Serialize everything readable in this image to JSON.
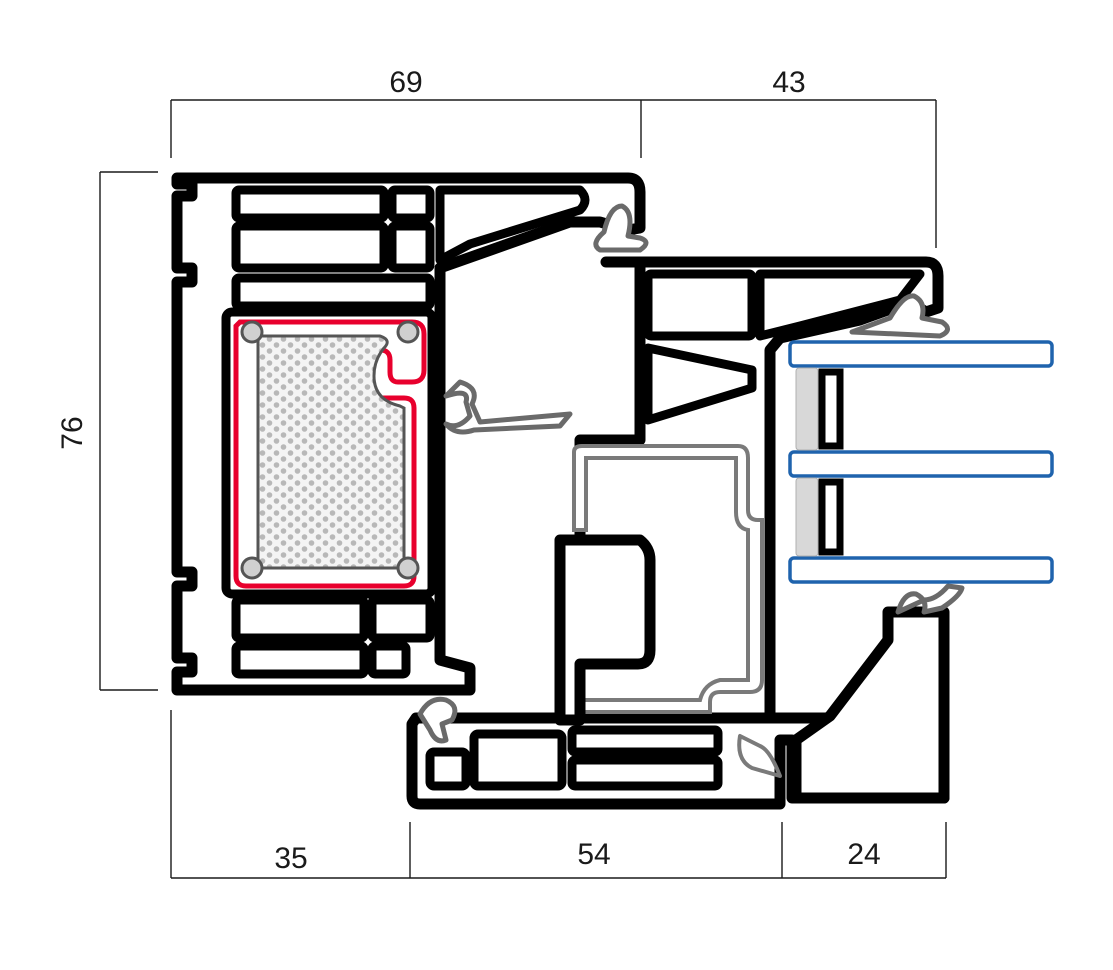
{
  "dimensions": {
    "top_left": "69",
    "top_right": "43",
    "left_height": "76",
    "bottom_left": "35",
    "bottom_middle": "54",
    "bottom_right": "24"
  },
  "colors": {
    "profile": "#000000",
    "steel_reinforcement_outline": "#e8002d",
    "glass_edge": "#1f63ad",
    "gasket": "#6a6a6a",
    "insulation_fill": "#b8b8b8"
  }
}
